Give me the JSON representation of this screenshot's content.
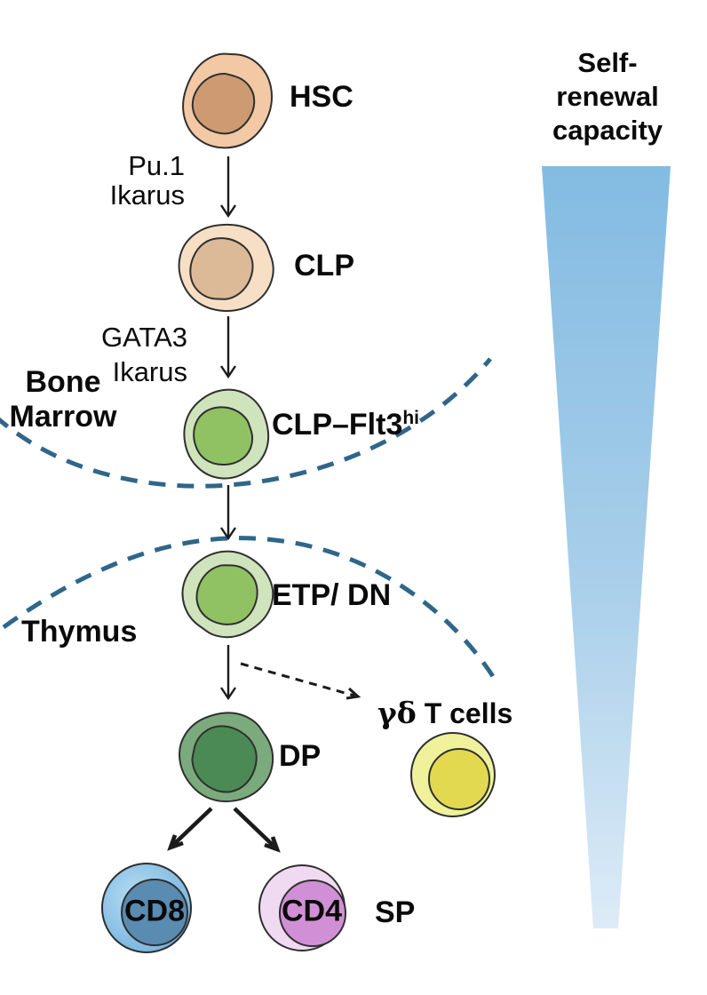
{
  "cells": {
    "hsc": {
      "label": "HSC"
    },
    "clp": {
      "label": "CLP"
    },
    "clp_flt3": {
      "label_base": "CLP–Flt3",
      "label_sup": "hi"
    },
    "etp": {
      "label": "ETP/ DN"
    },
    "dp": {
      "label": "DP"
    },
    "gd": {
      "label_greek": "γδ",
      "label_rest": " T cells"
    },
    "cd8": {
      "label": "CD8"
    },
    "cd4": {
      "label": "CD4"
    },
    "sp": {
      "label": "SP"
    }
  },
  "regions": {
    "bone_marrow": {
      "line1": "Bone",
      "line2": "Marrow"
    },
    "thymus": {
      "label": "Thymus"
    }
  },
  "factors": {
    "hsc_to_clp": {
      "line1": "Pu.1",
      "line2": "Ikarus"
    },
    "clp_to_flt3": {
      "line1": "GATA3",
      "line2": "Ikarus"
    }
  },
  "gradient_label": {
    "line1": "Self-",
    "line2": "renewal",
    "line3": "capacity"
  },
  "colors": {
    "hsc_outer": "#F2C9A4",
    "hsc_inner": "#CD9A71",
    "clp_outer": "#F6DFC4",
    "clp_inner": "#DCBA98",
    "green_outer": "#CFE3BD",
    "green_inner": "#90C263",
    "dp_outer": "#7BAB7D",
    "dp_inner": "#4B8A54",
    "gd_outer": "#EFF29B",
    "gd_inner": "#E3D951",
    "cd8_outer_light": "#B9DDF2",
    "cd8_outer_dark": "#68ADDC",
    "cd8_inner": "#5A8BB0",
    "cd4_outer": "#F0DAF1",
    "cd4_inner": "#D190D5",
    "dashed_curve": "#2F6689",
    "arrow": "#1B1B1B",
    "outline": "#2F2F2F",
    "wedge_top": "#83BBE2",
    "wedge_mid": "#A9CFEA",
    "wedge_bottom": "#DDEBF7"
  }
}
